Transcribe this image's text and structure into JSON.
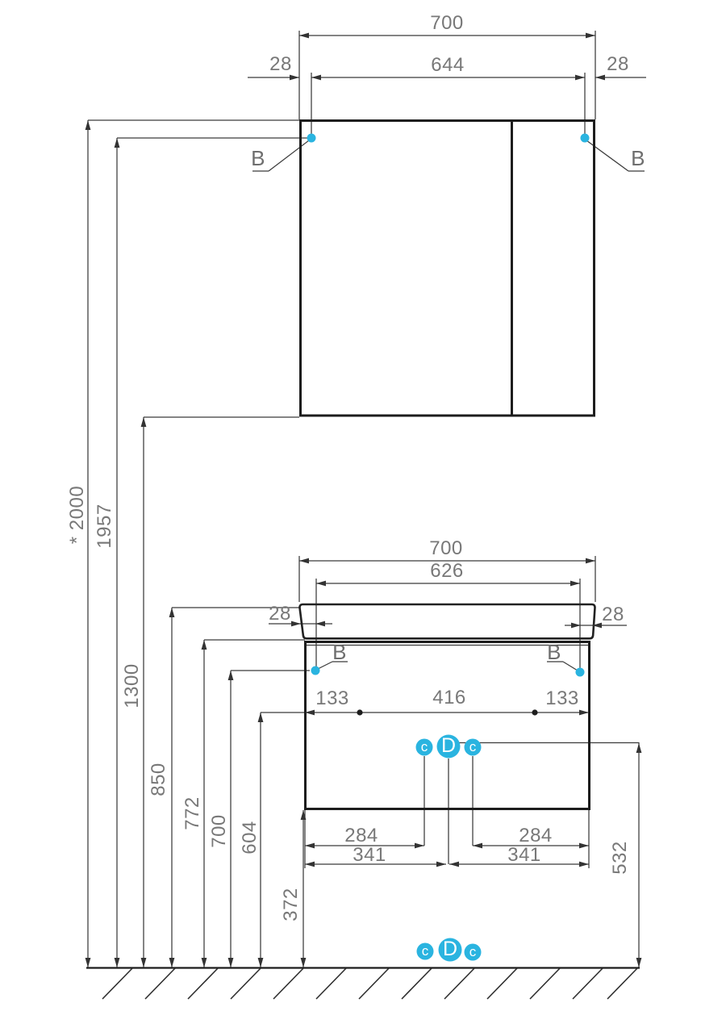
{
  "drawing": {
    "accent_color": "#2ab4e0",
    "line_color": "#333333",
    "dim_text_color": "#787878",
    "mirror_cabinet": {
      "width": "700",
      "fastener_span": "644",
      "offset_left": "28",
      "offset_right": "28",
      "fastener_left": "B",
      "fastener_right": "B"
    },
    "vanity": {
      "width": "700",
      "fastener_span": "626",
      "offset_left": "28",
      "offset_right": "28",
      "fastener_left": "B",
      "fastener_right": "B",
      "bracket_offsets": [
        "133",
        "416",
        "133"
      ],
      "drawer_dims_left": [
        "284",
        "341"
      ],
      "drawer_dims_right": [
        "284",
        "341"
      ],
      "outlets": [
        "c",
        "D",
        "c"
      ],
      "floor_outlets": [
        "c",
        "D",
        "c"
      ]
    },
    "heights": {
      "total": "* 2000",
      "mirror_fasteners": "1957",
      "mirror_bottom": "1300",
      "basin_top": "850",
      "cabinet_top": "772",
      "cabinet_fasteners": "700",
      "brackets": "604",
      "cabinet_bottom": "372",
      "outlets": "532"
    }
  }
}
